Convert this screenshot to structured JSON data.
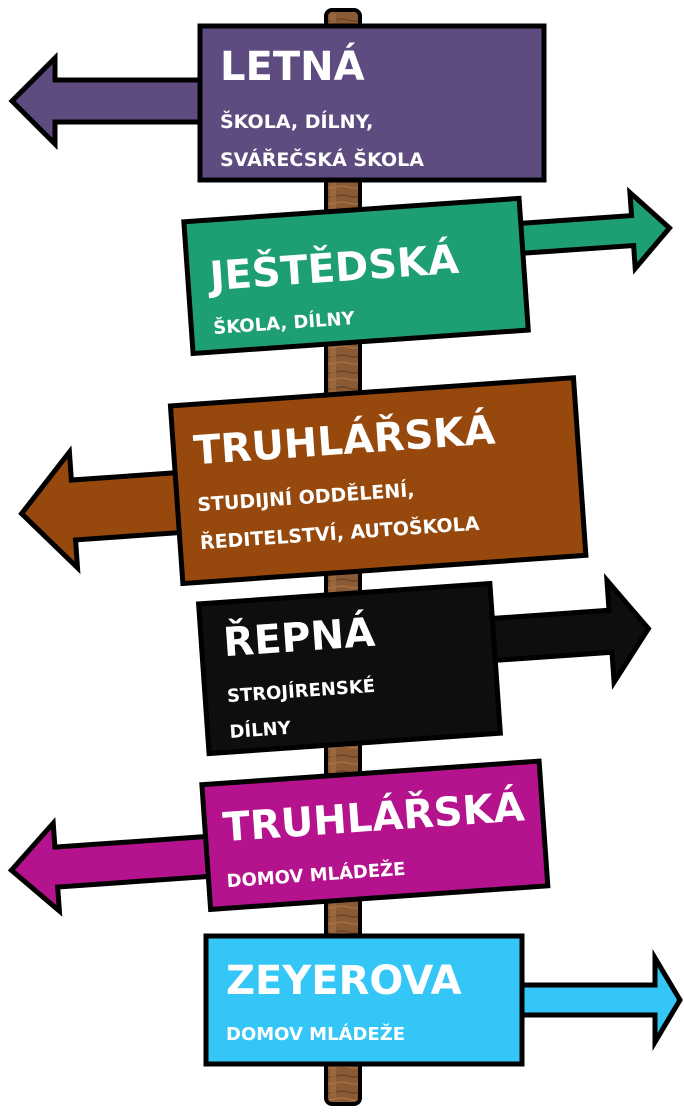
{
  "colors": {
    "post": "#8a5a34",
    "post_dark": "#5e3a1e",
    "outline": "#000000",
    "text": "#ffffff"
  },
  "signs": [
    {
      "title": "LETNÁ",
      "lines": [
        "ŠKOLA, DÍLNY,",
        "SVÁŘEČSKÁ ŠKOLA"
      ],
      "color": "#5e4b7f",
      "direction": "left"
    },
    {
      "title": "JEŠTĚDSKÁ",
      "lines": [
        "ŠKOLA, DÍLNY"
      ],
      "color": "#1e9e74",
      "direction": "right"
    },
    {
      "title": "TRUHLÁŘSKÁ",
      "lines": [
        "STUDIJNÍ ODDĚLENÍ,",
        "ŘEDITELSTVÍ, AUTOŠKOLA"
      ],
      "color": "#97480c",
      "direction": "left"
    },
    {
      "title": "ŘEPNÁ",
      "lines": [
        "STROJÍRENSKÉ",
        "DÍLNY"
      ],
      "color": "#0e0e0e",
      "direction": "right"
    },
    {
      "title": "TRUHLÁŘSKÁ",
      "lines": [
        "DOMOV MLÁDEŽE"
      ],
      "color": "#b4138d",
      "direction": "left"
    },
    {
      "title": "ZEYEROVA",
      "lines": [
        "DOMOV MLÁDEŽE"
      ],
      "color": "#33c6f6",
      "direction": "right"
    }
  ]
}
